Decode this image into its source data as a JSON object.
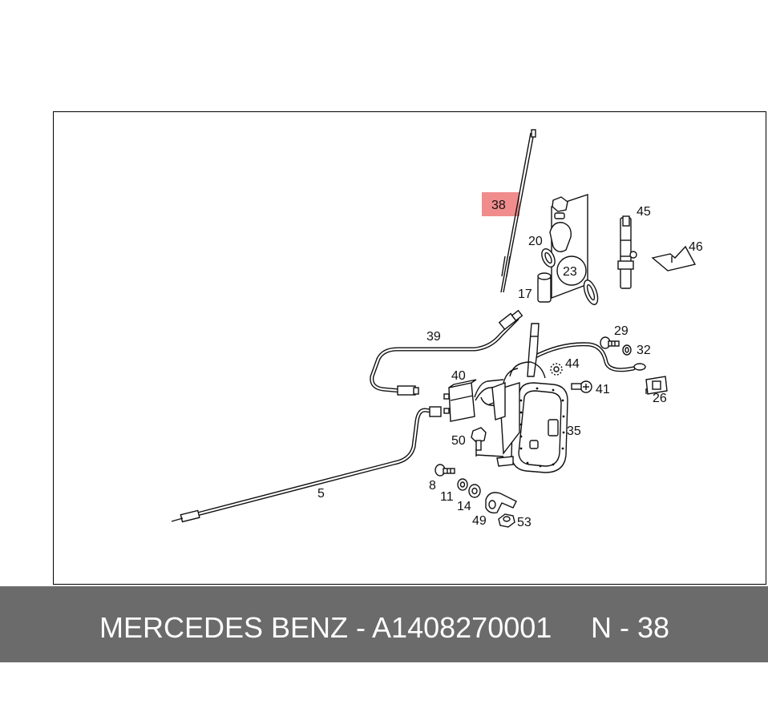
{
  "diagram": {
    "labels": {
      "l38": "38",
      "l20": "20",
      "l23": "23",
      "l17": "17",
      "l45": "45",
      "l46": "46",
      "l39": "39",
      "l29": "29",
      "l32": "32",
      "l44": "44",
      "l40": "40",
      "l41": "41",
      "l26": "26",
      "l35": "35",
      "l50": "50",
      "l5": "5",
      "l8": "8",
      "l11": "11",
      "l14": "14",
      "l49": "49",
      "l53": "53"
    },
    "highlight_color": "#f08c8c",
    "line_color": "#111111"
  },
  "footer": {
    "brand_part": "MERCEDES BENZ - A1408270001",
    "page_ref": "N - 38",
    "bar_color": "#6b6b6b"
  }
}
